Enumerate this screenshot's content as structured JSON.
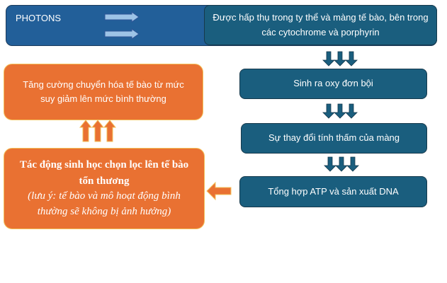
{
  "top": {
    "source_label": "PHOTONS",
    "absorption_text": "Được hấp thụ trong ty thể và màng tế bào, bên trong các cytochrome và porphyrin"
  },
  "steps": [
    {
      "label": "Sinh ra oxy đơn bội"
    },
    {
      "label": "Sự thay đổi tính thấm của màng"
    },
    {
      "label": "Tổng hợp ATP và sản xuất DNA"
    }
  ],
  "outcome": {
    "label": "Tăng cường chuyển hóa tế bào từ mức suy giảm lên mức bình thường"
  },
  "effect": {
    "title": "Tác động sinh học chọn lọc lên tế bào tổn thương",
    "note": "(lưu ý: tế bào và mô hoạt động bình thường sẽ không bị ảnh hưởng)"
  },
  "colors": {
    "bar": "#225f99",
    "step": "#1a5e7e",
    "orange": "#e97132",
    "arrow_light": "#9dc3e6"
  }
}
